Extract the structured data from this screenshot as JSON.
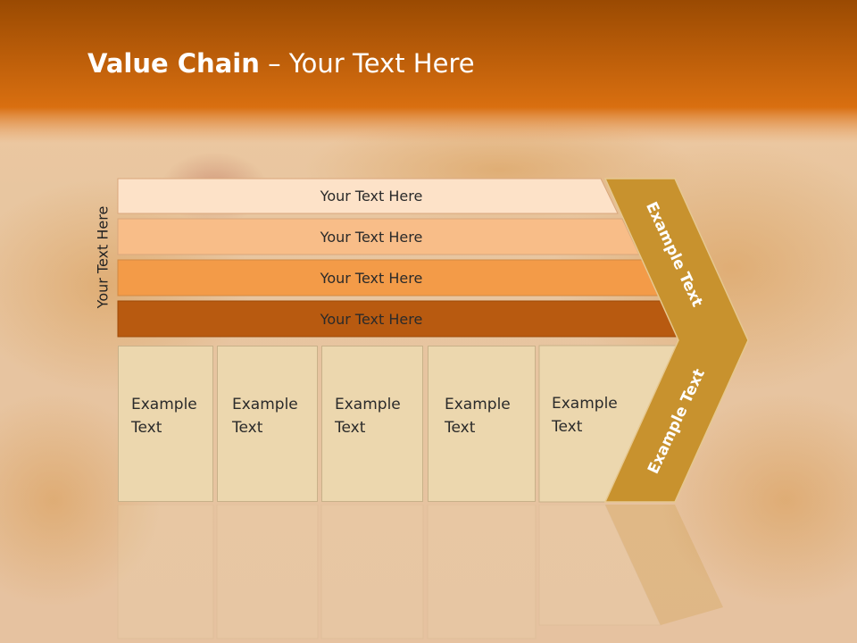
{
  "title": {
    "bold": "Value Chain",
    "rest": " – Your Text Here"
  },
  "side_label": "Your Text Here",
  "bands": [
    {
      "label": "Your Text Here",
      "color": "#fde2c8"
    },
    {
      "label": "Your Text Here",
      "color": "#f8bd88"
    },
    {
      "label": "Your Text Here",
      "color": "#f39b48"
    },
    {
      "label": "Your Text Here",
      "color": "#b85a10"
    }
  ],
  "boxes": [
    {
      "line1": "Example",
      "line2": "Text"
    },
    {
      "line1": "Example",
      "line2": "Text"
    },
    {
      "line1": "Example",
      "line2": "Text"
    },
    {
      "line1": "Example",
      "line2": "Text"
    },
    {
      "line1": "Example",
      "line2": "Text"
    }
  ],
  "chevron": {
    "top_label": "Example Text",
    "bottom_label": "Example Text",
    "color": "#c8922e"
  },
  "colors": {
    "header_top": "#9a4a02",
    "header_bottom": "#d96f10",
    "box_fill": "#ecd7ae"
  }
}
